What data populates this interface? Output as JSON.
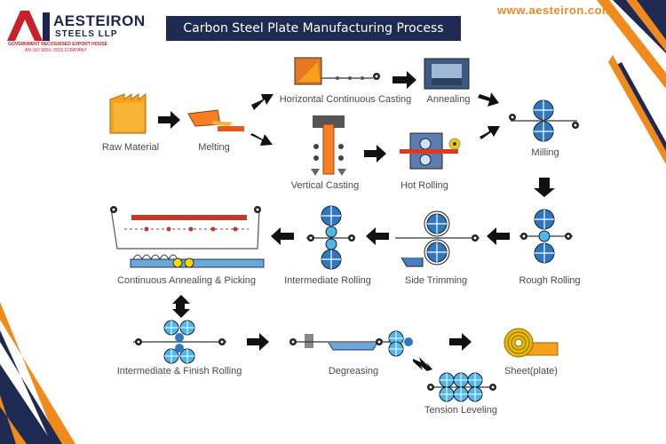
{
  "header": {
    "title": "Carbon Steel Plate Manufacturing Process",
    "website": "www.aesteiron.com"
  },
  "logo": {
    "name": "AESTEIRON",
    "sub": "STEELS LLP",
    "tagline1": "GOVERNMENT RECOGNISED EXPORT HOUSE",
    "tagline2": "AN ISO 9001: 2015 COMPANY"
  },
  "steps": {
    "raw_material": "Raw Material",
    "melting": "Melting",
    "horizontal_casting": "Horizontal Continuous Casting",
    "annealing": "Annealing",
    "vertical_casting": "Vertical Casting",
    "hot_rolling": "Hot Rolling",
    "milling": "Milling",
    "rough_rolling": "Rough Rolling",
    "side_trimming": "Side Trimming",
    "intermediate_rolling": "Intermediate Rolling",
    "continuous_annealing": "Continuous Annealing & Picking",
    "intermediate_finish_rolling": "Intermediate & Finish Rolling",
    "degreasing": "Degreasing",
    "sheet_plate": "Sheet(plate)",
    "tension_leveling": "Tension Leveling"
  },
  "colors": {
    "navy": "#1e2a52",
    "orange": "#f08a1c",
    "roll_blue": "#2e78c0",
    "roll_light": "#4fb8e8",
    "steel_orange": "#f57f22"
  }
}
